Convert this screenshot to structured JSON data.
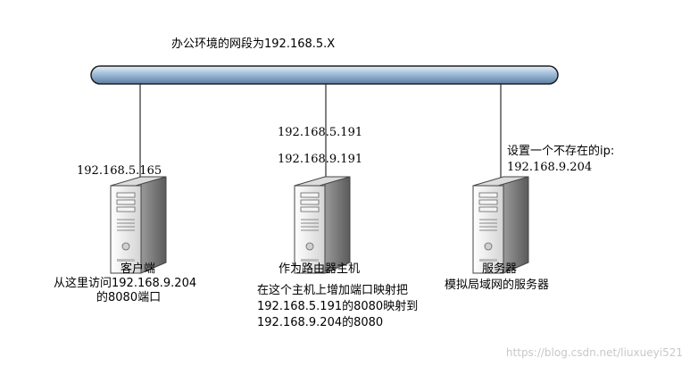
{
  "title": "办公环境的网段为192.168.5.X",
  "client": {
    "ip": "192.168.5.165",
    "name": "客户端",
    "desc_line1": "从这里访问192.168.9.204",
    "desc_line2": "的8080端口"
  },
  "router": {
    "ip1": "192.168.5.191",
    "ip2": "192.168.9.191",
    "name": "作为路由器主机",
    "desc_line1": "在这个主机上增加端口映射把",
    "desc_line2": "192.168.5.191的8080映射到",
    "desc_line3": "192.168.9.204的8080"
  },
  "server": {
    "note": "设置一个不存在的ip:",
    "ip": "192.168.9.204",
    "name": "服务器",
    "desc": "模拟局域网的服务器"
  },
  "watermark": "https://blog.csdn.net/liuxueyi521",
  "colors": {
    "bus_fill": "#a9c4dc",
    "bus_stroke": "#1f1f1f",
    "server_body": "#ececec",
    "server_dark": "#7a7a7a"
  },
  "icons": [
    "server-icon",
    "server-icon",
    "server-icon"
  ]
}
